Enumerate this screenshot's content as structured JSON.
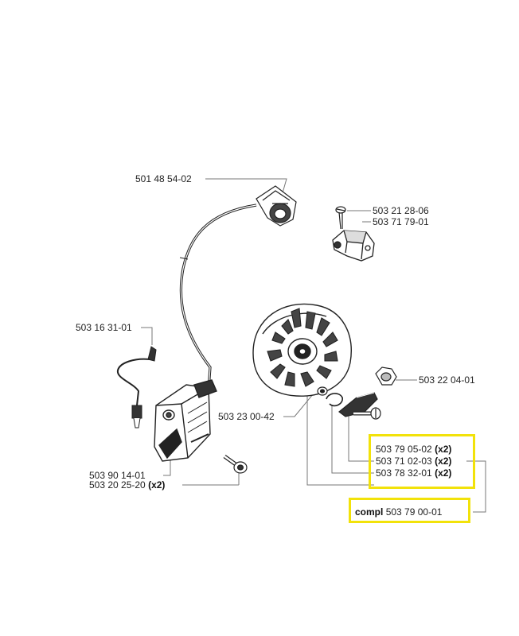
{
  "parts": {
    "hv_cap": "501 48 54-02",
    "screw_small": "503 21 28-06",
    "bracket": "503 71 79-01",
    "switch_wire": "503 16 31-01",
    "nut": "503 22 04-01",
    "flywheel": "503 23 00-42",
    "pawl": "503 79 05-02",
    "spring": "503 71 02-03",
    "pawl_screw": "503 78 32-01",
    "ignition_module": "503 90 14-01",
    "module_screw": "503 20 25-20",
    "complete_kit": "503 79 00-01"
  },
  "quantity_marker": "(x2)",
  "complete_label": "compl",
  "highlight_color": "#f2e20a"
}
